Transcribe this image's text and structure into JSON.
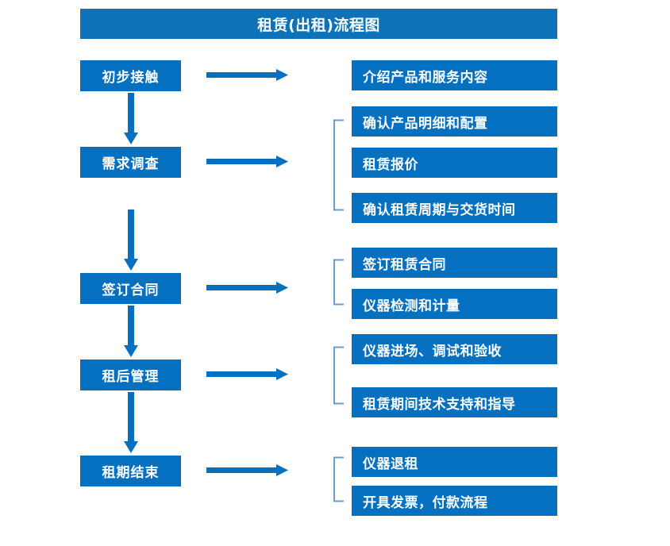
{
  "diagram": {
    "title": "租赁(出租)流程图",
    "colors": {
      "title_bar": "#0e72b8",
      "box_fill": "#0570c0",
      "box_text": "#ffffff",
      "arrow": "#0570c0",
      "bracket": "#6a9ec9",
      "background": "#ffffff"
    },
    "stages": [
      {
        "id": "stage-1",
        "label": "初步接触",
        "details": [
          "介绍产品和服务内容"
        ],
        "has_bracket": false
      },
      {
        "id": "stage-2",
        "label": "需求调查",
        "details": [
          "确认产品明细和配置",
          "租赁报价",
          "确认租赁周期与交货时间"
        ],
        "has_bracket": true
      },
      {
        "id": "stage-3",
        "label": "签订合同",
        "details": [
          "签订租赁合同",
          "仪器检测和计量"
        ],
        "has_bracket": true
      },
      {
        "id": "stage-4",
        "label": "租后管理",
        "details": [
          "仪器进场、调试和验收",
          "租赁期间技术支持和指导"
        ],
        "has_bracket": true
      },
      {
        "id": "stage-5",
        "label": "租期结束",
        "details": [
          "仪器退租",
          "开具发票，付款流程"
        ],
        "has_bracket": true
      }
    ],
    "details_flat": [
      "介绍产品和服务内容",
      "确认产品明细和配置",
      "租赁报价",
      "确认租赁周期与交货时间",
      "签订租赁合同",
      "仪器检测和计量",
      "仪器进场、调试和验收",
      "租赁期间技术支持和指导",
      "仪器退租",
      "开具发票，付款流程"
    ],
    "connector_count": {
      "horizontal_arrows": 5,
      "vertical_arrows": 4,
      "brackets": 4
    }
  }
}
